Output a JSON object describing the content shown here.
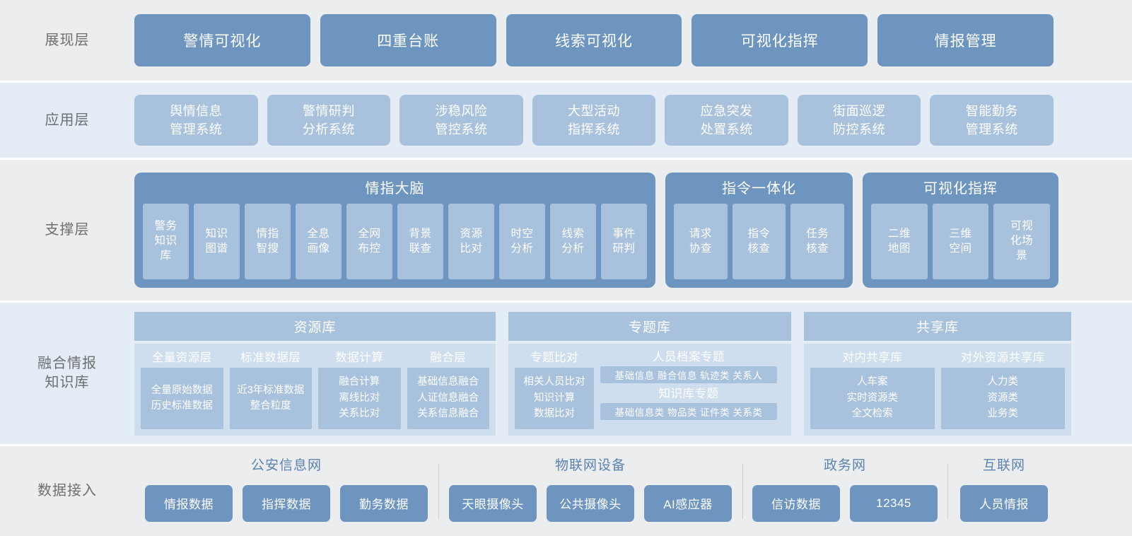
{
  "theme": {
    "band_gray": "#ecedee",
    "band_blue": "#e4ecf5",
    "accent_dark": "#6d95bf",
    "accent_mid": "#a8c2dd",
    "accent_light": "#cfdeee",
    "label_text": "#6d6f71",
    "net_title_text": "#5b83ae"
  },
  "layers": {
    "presentation": {
      "label": "展现层",
      "items": [
        "警情可视化",
        "四重台账",
        "线索可视化",
        "可视化指挥",
        "情报管理"
      ]
    },
    "application": {
      "label": "应用层",
      "items": [
        {
          "line1": "舆情信息",
          "line2": "管理系统"
        },
        {
          "line1": "警情研判",
          "line2": "分析系统"
        },
        {
          "line1": "涉稳风险",
          "line2": "管控系统"
        },
        {
          "line1": "大型活动",
          "line2": "指挥系统"
        },
        {
          "line1": "应急突发",
          "line2": "处置系统"
        },
        {
          "line1": "街面巡逻",
          "line2": "防控系统"
        },
        {
          "line1": "智能勤务",
          "line2": "管理系统"
        }
      ]
    },
    "support": {
      "label": "支撑层",
      "groups": [
        {
          "title": "情指大脑",
          "cells": [
            {
              "lines": [
                "警务",
                "知识",
                "库"
              ]
            },
            {
              "lines": [
                "知识",
                "图谱"
              ]
            },
            {
              "lines": [
                "情指",
                "智搜"
              ]
            },
            {
              "lines": [
                "全息",
                "画像"
              ]
            },
            {
              "lines": [
                "全网",
                "布控"
              ]
            },
            {
              "lines": [
                "背景",
                "联查"
              ]
            },
            {
              "lines": [
                "资源",
                "比对"
              ]
            },
            {
              "lines": [
                "时空",
                "分析"
              ]
            },
            {
              "lines": [
                "线索",
                "分析"
              ]
            },
            {
              "lines": [
                "事件",
                "研判"
              ]
            }
          ]
        },
        {
          "title": "指令一体化",
          "cells": [
            {
              "lines": [
                "请求",
                "协查"
              ]
            },
            {
              "lines": [
                "指令",
                "核查"
              ]
            },
            {
              "lines": [
                "任务",
                "核查"
              ]
            }
          ]
        },
        {
          "title": "可视化指挥",
          "cells": [
            {
              "lines": [
                "二维",
                "地图"
              ]
            },
            {
              "lines": [
                "三维",
                "空间"
              ]
            },
            {
              "lines": [
                "可视",
                "化场",
                "景"
              ]
            }
          ]
        }
      ]
    },
    "fusion": {
      "label_line1": "融合情报",
      "label_line2": "知识库",
      "repos": [
        {
          "title": "资源库",
          "columns": [
            {
              "title": "全量资源层",
              "lines": [
                "全量原始数据",
                "历史标准数据"
              ]
            },
            {
              "title": "标准数据层",
              "lines": [
                "近3年标准数据",
                "整合粒度"
              ]
            },
            {
              "title": "数据计算",
              "lines": [
                "融合计算",
                "离线比对",
                "关系比对"
              ]
            },
            {
              "title": "融合层",
              "lines": [
                "基础信息融合",
                "人证信息融合",
                "关系信息融合"
              ]
            }
          ]
        },
        {
          "title": "专题库",
          "columns": [
            {
              "title": "专题比对",
              "lines": [
                "相关人员比对",
                "知识计算",
                "数据比对"
              ]
            }
          ],
          "stack": {
            "title_1": "人员档案专题",
            "tags_1": "基础信息  融合信息  轨迹类  关系人",
            "title_2": "知识库专题",
            "tags_2": "基础信息类  物品类  证件类  关系类"
          }
        },
        {
          "title": "共享库",
          "columns": [
            {
              "title": "对内共享库",
              "lines": [
                "人车案",
                "实时资源类",
                "全文检索"
              ]
            },
            {
              "title": "对外资源共享库",
              "lines": [
                "人力类",
                "资源类",
                "业务类"
              ]
            }
          ]
        }
      ]
    },
    "data_access": {
      "label": "数据接入",
      "networks": [
        {
          "title": "公安信息网",
          "items": [
            "情报数据",
            "指挥数据",
            "勤务数据"
          ]
        },
        {
          "title": "物联网设备",
          "items": [
            "天眼摄像头",
            "公共摄像头",
            "AI感应器"
          ]
        },
        {
          "title": "政务网",
          "items": [
            "信访数据",
            "12345"
          ]
        },
        {
          "title": "互联网",
          "items": [
            "人员情报"
          ]
        }
      ]
    }
  }
}
